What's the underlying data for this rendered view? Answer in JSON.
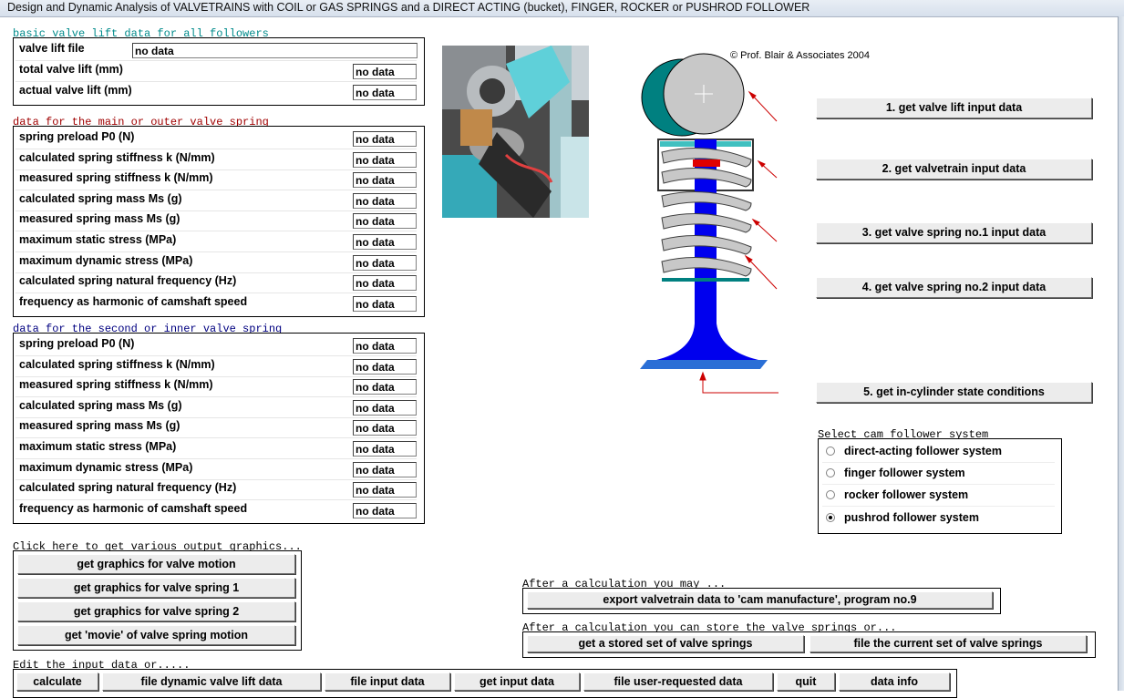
{
  "window_title": "Design and Dynamic Analysis of VALVETRAINS with COIL or GAS SPRINGS and a DIRECT ACTING (bucket), FINGER, ROCKER or PUSHROD FOLLOWER",
  "colors": {
    "heading_teal": "#008b8b",
    "heading_red": "#a00000",
    "heading_navy": "#000080",
    "valve_blue": "#0000ee",
    "cam_teal": "#008080",
    "spring_grey": "#c8c8c8",
    "arrow_red": "#cc0000"
  },
  "basic": {
    "heading": "basic valve lift data for all followers",
    "file_label": "valve lift file",
    "file_value": "no data",
    "rows": [
      {
        "label": "total valve lift (mm)",
        "value": "no data"
      },
      {
        "label": "actual valve lift (mm)",
        "value": "no data"
      }
    ]
  },
  "outer": {
    "heading": "data for the main or outer valve spring",
    "rows": [
      {
        "label": "spring preload P0 (N)",
        "value": "no data"
      },
      {
        "label": "calculated spring stiffness k (N/mm)",
        "value": "no data"
      },
      {
        "label": "measured spring stiffness k (N/mm)",
        "value": "no data"
      },
      {
        "label": "calculated spring mass Ms (g)",
        "value": "no data"
      },
      {
        "label": "measured spring mass Ms (g)",
        "value": "no data"
      },
      {
        "label": "maximum static stress (MPa)",
        "value": "no data"
      },
      {
        "label": "maximum dynamic stress (MPa)",
        "value": "no data"
      },
      {
        "label": "calculated spring natural frequency (Hz)",
        "value": "no data"
      },
      {
        "label": "frequency as harmonic of camshaft speed",
        "value": "no data"
      }
    ]
  },
  "inner": {
    "heading": "data for the second or inner valve spring",
    "rows": [
      {
        "label": "spring preload P0 (N)",
        "value": "no data"
      },
      {
        "label": "calculated spring stiffness k (N/mm)",
        "value": "no data"
      },
      {
        "label": "measured spring stiffness k (N/mm)",
        "value": "no data"
      },
      {
        "label": "calculated spring mass Ms (g)",
        "value": "no data"
      },
      {
        "label": "measured spring mass Ms (g)",
        "value": "no data"
      },
      {
        "label": "maximum static stress (MPa)",
        "value": "no data"
      },
      {
        "label": "maximum dynamic stress (MPa)",
        "value": "no data"
      },
      {
        "label": "calculated spring natural frequency (Hz)",
        "value": "no data"
      },
      {
        "label": "frequency as harmonic of camshaft speed",
        "value": "no data"
      }
    ]
  },
  "graphics": {
    "heading": "Click here to get various output graphics...",
    "buttons": [
      "get graphics for valve motion",
      "get graphics for valve spring 1",
      "get graphics for valve spring 2",
      "get 'movie' of valve spring motion"
    ]
  },
  "edit": {
    "heading": "Edit the input data or.....",
    "buttons": [
      "calculate",
      "file dynamic valve lift data",
      "file input data",
      "get input data",
      "file user-requested data",
      "quit",
      "data info"
    ]
  },
  "copyright": "© Prof. Blair & Associates 2004",
  "input_buttons": [
    "1. get valve lift input data",
    "2. get valvetrain input data",
    "3. get valve spring no.1 input data",
    "4. get valve spring no.2 input data",
    "5. get in-cylinder state conditions"
  ],
  "follower": {
    "heading": "Select cam follower system",
    "options": [
      "direct-acting follower system",
      "finger follower system",
      "rocker follower system",
      "pushrod follower system"
    ],
    "selected_index": 3
  },
  "export": {
    "heading": "After a calculation you may ...",
    "button": "export valvetrain data to 'cam manufacture', program no.9"
  },
  "store": {
    "heading": "After a calculation you can store the valve springs or...",
    "buttons": [
      "get a stored set of valve springs",
      "file the current set of valve springs"
    ]
  }
}
